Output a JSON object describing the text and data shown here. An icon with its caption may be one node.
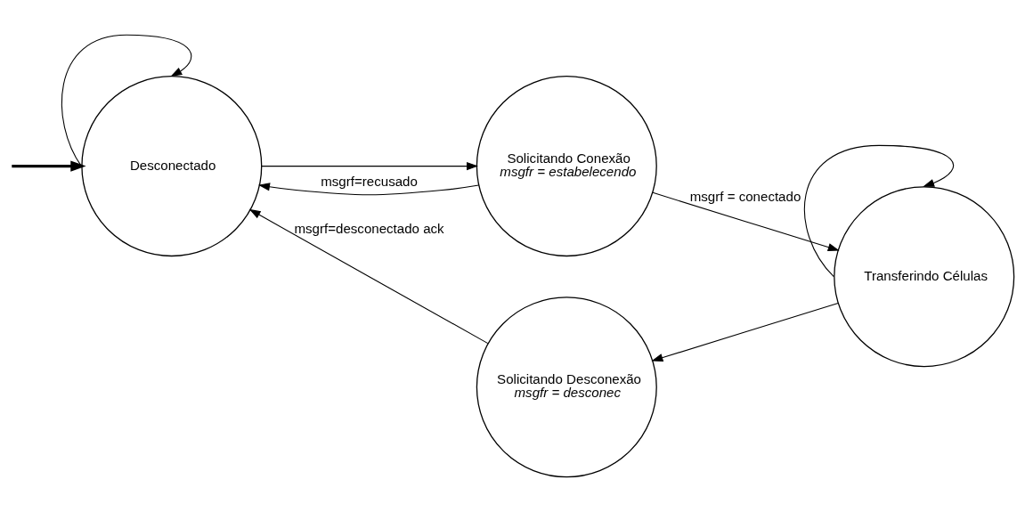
{
  "diagram": {
    "nodes": [
      {
        "text": [
          "Desconectado"
        ]
      },
      {
        "text": [
          "Solicitando Conexão",
          "msgfr = estabelecendo"
        ]
      },
      {
        "text": [
          "Transferindo Células"
        ]
      },
      {
        "text": [
          "Solicitando Desconexão",
          "msgfr = desconec"
        ]
      }
    ],
    "edges": [
      {
        "from": null,
        "to": 0,
        "arrow": "to",
        "style": "thick"
      },
      {
        "from": 0,
        "to": 0,
        "arrow": "to"
      },
      {
        "from": 0,
        "to": 1,
        "arrow": "to"
      },
      {
        "from": 1,
        "to": 2,
        "arrow": "to",
        "label": "msgrf = conectado"
      },
      {
        "from": 2,
        "to": 2,
        "arrow": "to"
      },
      {
        "from": 1,
        "to": 0,
        "arrow": "to",
        "label": "msgrf=recusado"
      },
      {
        "from": 2,
        "to": 3,
        "arrow": "to"
      },
      {
        "from": 3,
        "to": 0,
        "arrow": "to",
        "label": "msgrf=desconectado ack"
      }
    ]
  }
}
